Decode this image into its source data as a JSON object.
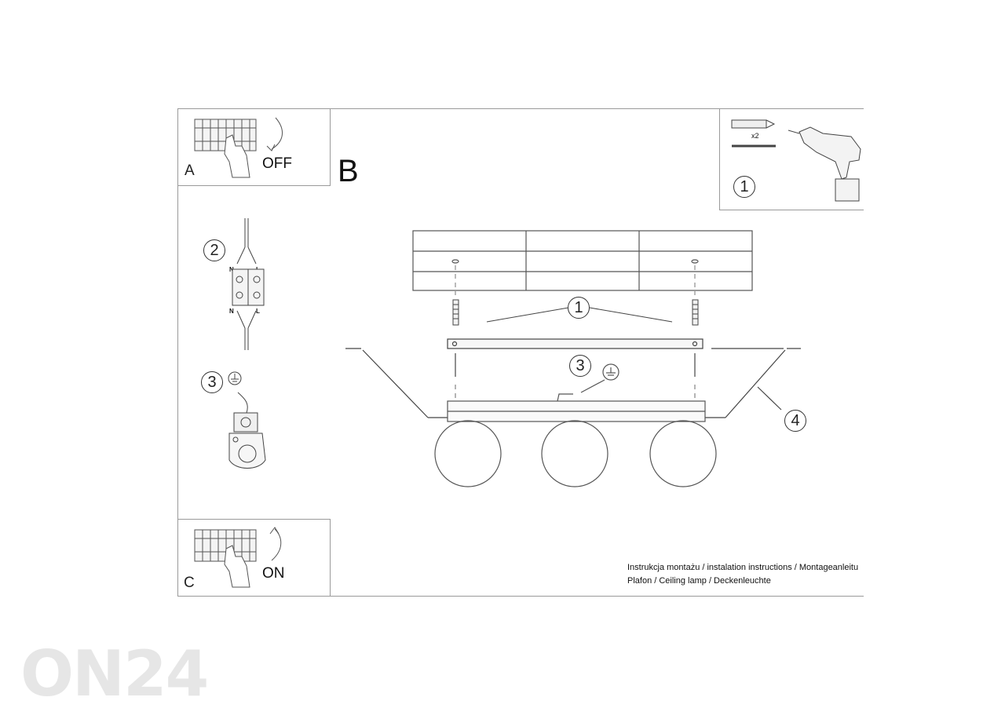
{
  "panel_a": {
    "letter": "A",
    "label": "OFF"
  },
  "panel_b": {
    "letter": "B"
  },
  "panel_c": {
    "letter": "C",
    "label": "ON"
  },
  "tools": {
    "count": "x2",
    "step": "1"
  },
  "steps": {
    "one": "1",
    "two": "2",
    "three": "3",
    "four": "4"
  },
  "terminal_labels": {
    "n": "N",
    "l": "L"
  },
  "caption": {
    "line1": "Instrukcja montażu / instalation instructions / Montageanleitu",
    "line2": "Plafon / Ceiling lamp / Deckenleuchte"
  },
  "watermark": "ON24"
}
